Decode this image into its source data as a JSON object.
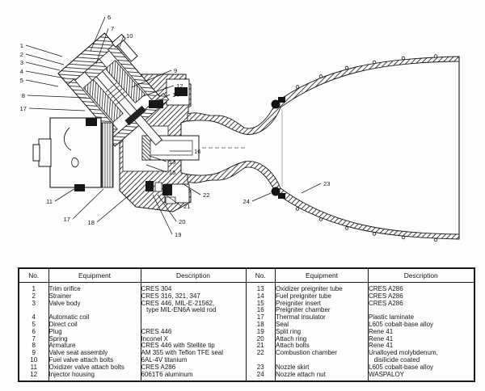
{
  "page": {
    "background": "#fdfdfb",
    "ink": "#1a1a1a"
  },
  "diagram": {
    "name": "rocket-engine-cutaway-cross-section",
    "callouts": [
      {
        "label": "6"
      },
      {
        "label": "7"
      },
      {
        "label": "10"
      },
      {
        "label": "1"
      },
      {
        "label": "2"
      },
      {
        "label": "3"
      },
      {
        "label": "4"
      },
      {
        "label": "5"
      },
      {
        "label": "8"
      },
      {
        "label": "17"
      },
      {
        "label": "9"
      },
      {
        "label": "12"
      },
      {
        "label": "14"
      },
      {
        "label": "16"
      },
      {
        "label": "13"
      },
      {
        "label": "15"
      },
      {
        "label": "11"
      },
      {
        "label": "17"
      },
      {
        "label": "18"
      },
      {
        "label": "19"
      },
      {
        "label": "20"
      },
      {
        "label": "21"
      },
      {
        "label": "22"
      },
      {
        "label": "23"
      },
      {
        "label": "24"
      }
    ]
  },
  "tables": [
    {
      "headers": [
        "No.",
        "Equipment",
        "Description"
      ],
      "lines": [
        {
          "no": "1",
          "equipment": "Trim orifice",
          "description": "CRES 304"
        },
        {
          "no": "2",
          "equipment": "Strainer",
          "description": "CRES 316, 321, 347"
        },
        {
          "no": "3",
          "equipment": "Valve body",
          "description": "CRES 446, MIL-E-21562,"
        },
        {
          "no": "",
          "equipment": "",
          "description": "   type MIL-EN6A weld rod"
        },
        {
          "no": "4",
          "equipment": "Automatic coil",
          "description": ""
        },
        {
          "no": "5",
          "equipment": "Direct coil",
          "description": ""
        },
        {
          "no": "6",
          "equipment": "Plug",
          "description": "CRES 446"
        },
        {
          "no": "7",
          "equipment": "Spring",
          "description": "Inconel X"
        },
        {
          "no": "8",
          "equipment": "Armature",
          "description": "CRES 446 with Stellite tip"
        },
        {
          "no": "9",
          "equipment": "Valve seat assembly",
          "description": "AM 355 with Teflon TFE seal"
        },
        {
          "no": "10",
          "equipment": "Fuel valve attach bolts",
          "description": "6AL-4V titanium"
        },
        {
          "no": "11",
          "equipment": "Oxidizer valve attach bolts",
          "description": "CRES A286"
        },
        {
          "no": "12",
          "equipment": "Injector housing",
          "description": "6061T6 aluminum"
        }
      ]
    },
    {
      "headers": [
        "No.",
        "Equipment",
        "Description"
      ],
      "lines": [
        {
          "no": "13",
          "equipment": "Oxidizer preigniter tube",
          "description": "CRES A286"
        },
        {
          "no": "14",
          "equipment": "Fuel preigniter tube",
          "description": "CRES A286"
        },
        {
          "no": "15",
          "equipment": "Preigniter insert",
          "description": "CRES A286"
        },
        {
          "no": "16",
          "equipment": "Preigniter chamber",
          "description": ""
        },
        {
          "no": "17",
          "equipment": "Thermal insulator",
          "description": "Plastic laminate"
        },
        {
          "no": "18",
          "equipment": "Seal",
          "description": "L605 cobalt-base alloy"
        },
        {
          "no": "19",
          "equipment": "Split ring",
          "description": "Rene 41"
        },
        {
          "no": "20",
          "equipment": "Attach ring",
          "description": "Rene 41"
        },
        {
          "no": "21",
          "equipment": "Attach bolts",
          "description": "Rene 41"
        },
        {
          "no": "22",
          "equipment": "Combustion chamber",
          "description": "Unalloyed molybdenum,"
        },
        {
          "no": "",
          "equipment": "",
          "description": "   disilicide coated"
        },
        {
          "no": "23",
          "equipment": "Nozzle skirt",
          "description": "L605 cobalt-base alloy"
        },
        {
          "no": "24",
          "equipment": "Nozzle attach nut",
          "description": "WASPALOY"
        }
      ]
    }
  ]
}
